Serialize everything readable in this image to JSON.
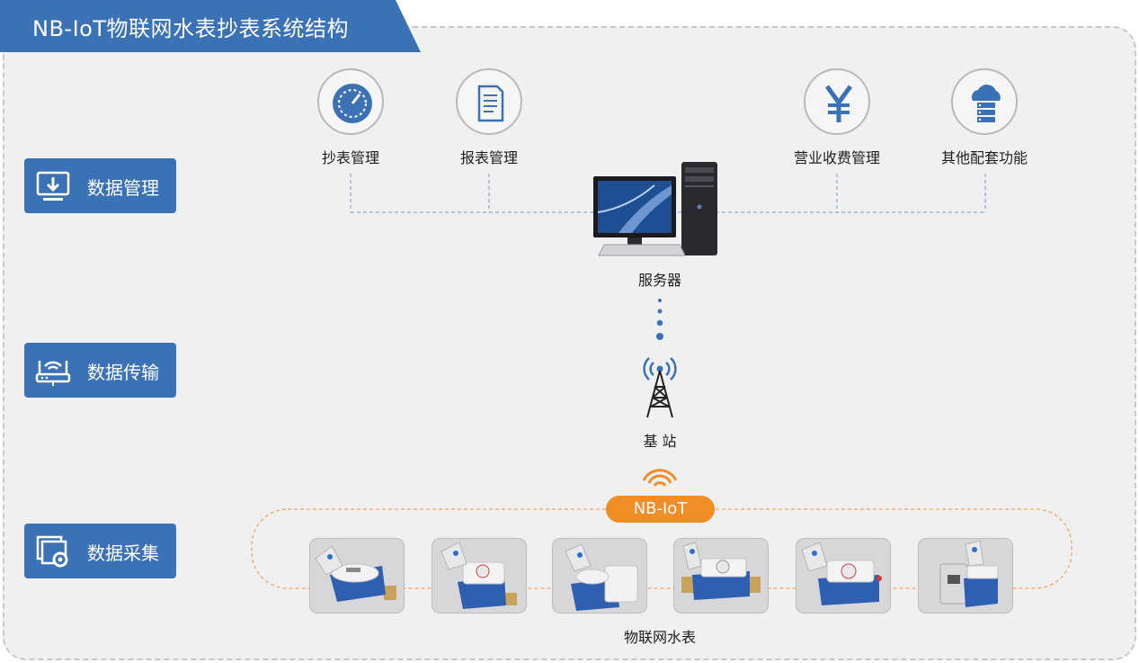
{
  "title": "NB-IoT物联网水表抄表系统结构",
  "layers": [
    {
      "label": "数据管理",
      "icon": "monitor-download-icon"
    },
    {
      "label": "数据传输",
      "icon": "router-icon"
    },
    {
      "label": "数据采集",
      "icon": "gear-window-icon"
    }
  ],
  "functions": [
    {
      "label": "抄表管理",
      "icon": "gauge-icon"
    },
    {
      "label": "报表管理",
      "icon": "document-icon"
    },
    {
      "label": "营业收费管理",
      "icon": "yen-icon"
    },
    {
      "label": "其他配套功能",
      "icon": "cloud-server-icon"
    }
  ],
  "server": {
    "label": "服务器",
    "icon": "computer-icon"
  },
  "base_station": {
    "label": "基 站",
    "icon": "tower-icon"
  },
  "network": {
    "label": "NB-IoT",
    "icon": "wifi-signal-icon"
  },
  "meters": {
    "label": "物联网水表",
    "count": 6,
    "icon": "water-meter-icon"
  },
  "colors": {
    "accent_blue": "#3b72b6",
    "accent_orange": "#f08d25",
    "panel_bg": "#f0f0f1"
  }
}
